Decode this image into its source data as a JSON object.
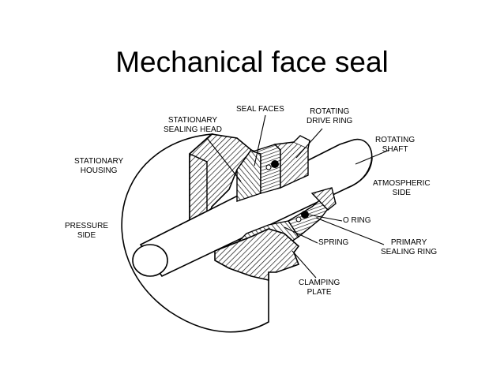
{
  "title": "Mechanical face seal",
  "labels": {
    "seal_faces": "SEAL FACES",
    "rotating_drive_ring": [
      "ROTATING",
      "DRIVE RING"
    ],
    "stationary_sealing_head": [
      "STATIONARY",
      "SEALING HEAD"
    ],
    "rotating_shaft": [
      "ROTATING",
      "SHAFT"
    ],
    "stationary_housing": [
      "STATIONARY",
      "HOUSING"
    ],
    "atmospheric_side": [
      "ATMOSPHERIC",
      "SIDE"
    ],
    "o_ring": "O RING",
    "pressure_side": [
      "PRESSURE",
      "SIDE"
    ],
    "spring": "SPRING",
    "primary_sealing_ring": [
      "PRIMARY",
      "SEALING RING"
    ],
    "clamping_plate": [
      "CLAMPING",
      "PLATE"
    ]
  }
}
